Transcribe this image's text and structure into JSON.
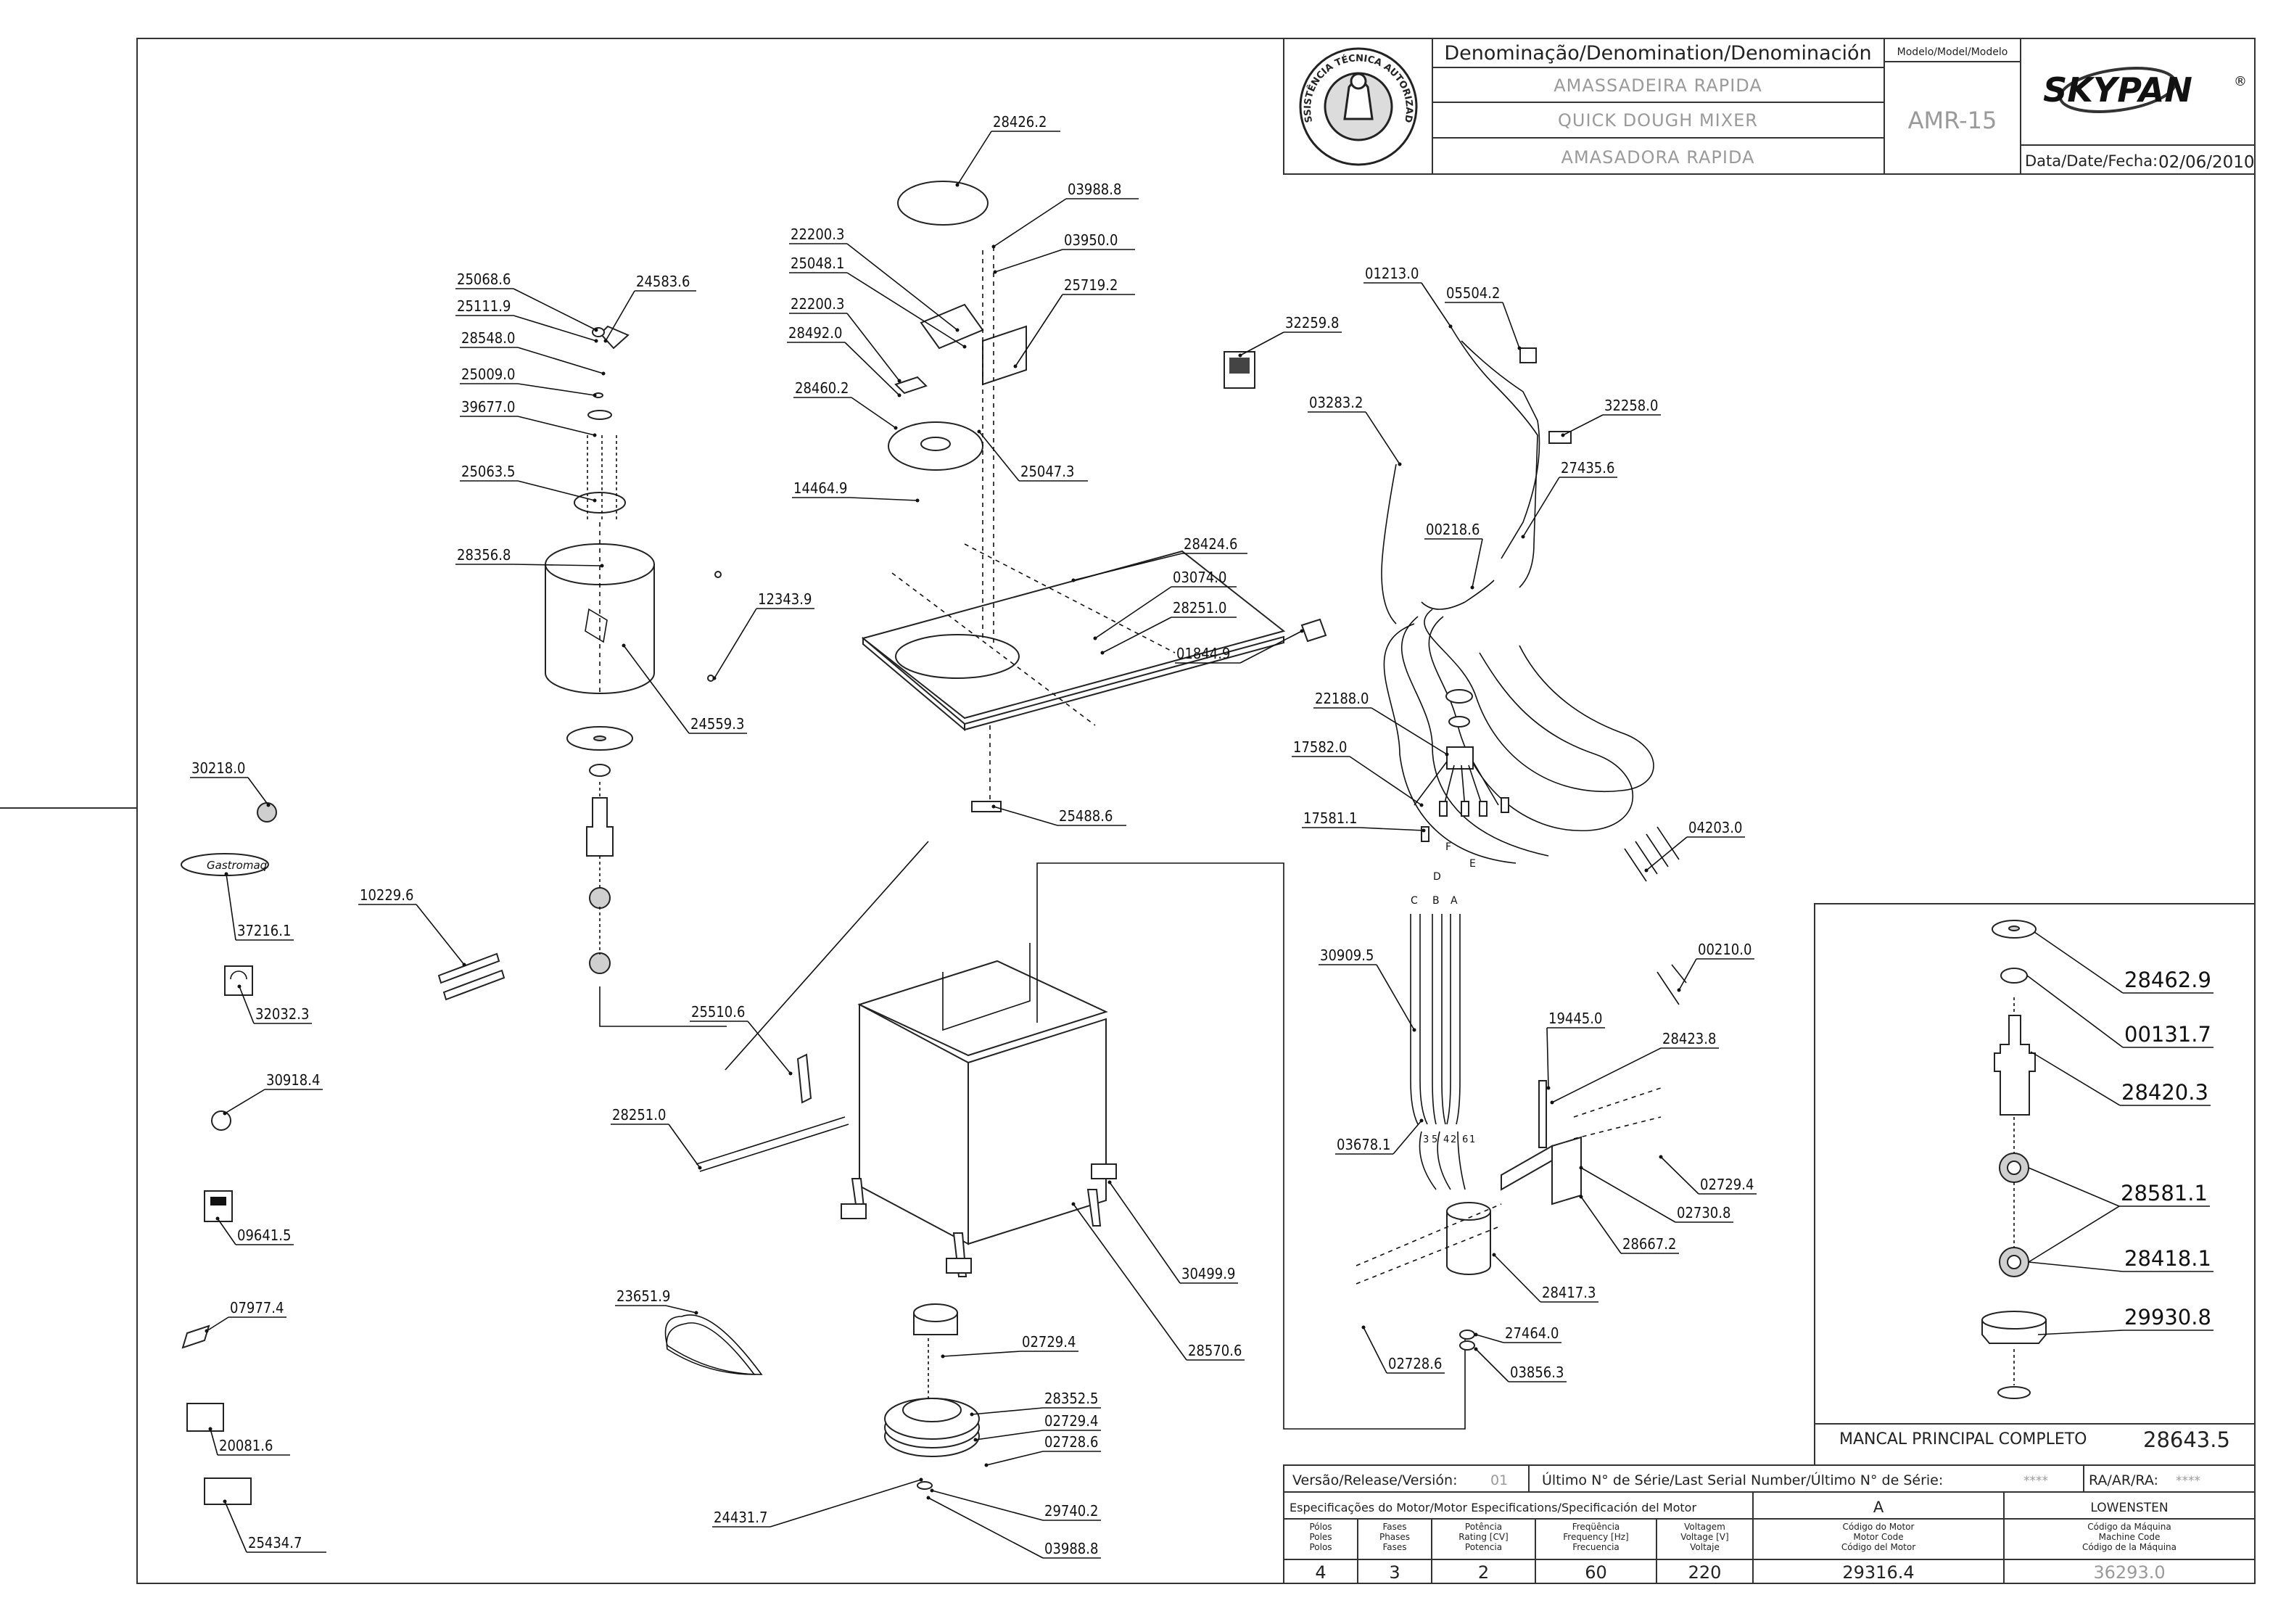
{
  "title_block": {
    "denomination_header": "Denominação/Denomination/Denominación",
    "names": [
      "AMASSADEIRA RAPIDA",
      "QUICK DOUGH MIXER",
      "AMASADORA RAPIDA"
    ],
    "model_header": "Modelo/Model/Modelo",
    "model": "AMR-15",
    "brand": "SKYPAN",
    "brand_mark": "®",
    "date_label": "Data/Date/Fecha:",
    "date": "02/06/2010",
    "seal_text": "ASSISTÊNCIA TÉCNICA AUTORIZADA"
  },
  "parts": [
    {
      "id": "p1",
      "label": "28426.2"
    },
    {
      "id": "p2",
      "label": "03988.8"
    },
    {
      "id": "p3",
      "label": "22200.3"
    },
    {
      "id": "p4",
      "label": "03950.0"
    },
    {
      "id": "p5",
      "label": "25048.1"
    },
    {
      "id": "p6",
      "label": "25719.2"
    },
    {
      "id": "p7",
      "label": "22200.3"
    },
    {
      "id": "p8",
      "label": "28492.0"
    },
    {
      "id": "p9",
      "label": "28460.2"
    },
    {
      "id": "p10",
      "label": "25047.3"
    },
    {
      "id": "p11",
      "label": "14464.9"
    },
    {
      "id": "p12",
      "label": "28424.6"
    },
    {
      "id": "p13",
      "label": "03074.0"
    },
    {
      "id": "p14",
      "label": "28251.0"
    },
    {
      "id": "p15",
      "label": "01844.9"
    },
    {
      "id": "p16",
      "label": "25488.6"
    },
    {
      "id": "p17",
      "label": "25068.6"
    },
    {
      "id": "p18",
      "label": "24583.6"
    },
    {
      "id": "p19",
      "label": "25111.9"
    },
    {
      "id": "p20",
      "label": "28548.0"
    },
    {
      "id": "p21",
      "label": "25009.0"
    },
    {
      "id": "p22",
      "label": "39677.0"
    },
    {
      "id": "p23",
      "label": "25063.5"
    },
    {
      "id": "p24",
      "label": "28356.8"
    },
    {
      "id": "p25",
      "label": "12343.9"
    },
    {
      "id": "p26",
      "label": "24559.3"
    },
    {
      "id": "p27",
      "label": "30218.0"
    },
    {
      "id": "p28",
      "label": "37216.1"
    },
    {
      "id": "p29",
      "label": "32032.3"
    },
    {
      "id": "p30",
      "label": "30918.4"
    },
    {
      "id": "p31",
      "label": "09641.5"
    },
    {
      "id": "p32",
      "label": "07977.4"
    },
    {
      "id": "p33",
      "label": "20081.6"
    },
    {
      "id": "p34",
      "label": "25434.7"
    },
    {
      "id": "p35",
      "label": "10229.6"
    },
    {
      "id": "p36",
      "label": "25510.6"
    },
    {
      "id": "p37",
      "label": "28251.0"
    },
    {
      "id": "p38",
      "label": "23651.9"
    },
    {
      "id": "p39",
      "label": "02729.4"
    },
    {
      "id": "p40",
      "label": "28352.5"
    },
    {
      "id": "p41",
      "label": "02729.4"
    },
    {
      "id": "p42",
      "label": "02728.6"
    },
    {
      "id": "p43",
      "label": "29740.2"
    },
    {
      "id": "p44",
      "label": "24431.7"
    },
    {
      "id": "p45",
      "label": "03988.8"
    },
    {
      "id": "p46",
      "label": "30499.9"
    },
    {
      "id": "p47",
      "label": "28570.6"
    },
    {
      "id": "p48",
      "label": "32259.8"
    },
    {
      "id": "p49",
      "label": "01213.0"
    },
    {
      "id": "p50",
      "label": "05504.2"
    },
    {
      "id": "p51",
      "label": "03283.2"
    },
    {
      "id": "p52",
      "label": "32258.0"
    },
    {
      "id": "p53",
      "label": "27435.6"
    },
    {
      "id": "p54",
      "label": "00218.6"
    },
    {
      "id": "p55",
      "label": "22188.0"
    },
    {
      "id": "p56",
      "label": "17582.0"
    },
    {
      "id": "p57",
      "label": "17581.1"
    },
    {
      "id": "p58",
      "label": "04203.0"
    },
    {
      "id": "p59",
      "label": "30909.5"
    },
    {
      "id": "p60",
      "label": "00210.0"
    },
    {
      "id": "p61",
      "label": "19445.0"
    },
    {
      "id": "p62",
      "label": "28423.8"
    },
    {
      "id": "p63",
      "label": "03678.1"
    },
    {
      "id": "p64",
      "label": "02729.4"
    },
    {
      "id": "p65",
      "label": "02730.8"
    },
    {
      "id": "p66",
      "label": "28667.2"
    },
    {
      "id": "p67",
      "label": "28417.3"
    },
    {
      "id": "p68",
      "label": "27464.0"
    },
    {
      "id": "p69",
      "label": "02728.6"
    },
    {
      "id": "p70",
      "label": "03856.3"
    }
  ],
  "detail": {
    "title": "MANCAL PRINCIPAL COMPLETO",
    "code": "28643.5",
    "parts": [
      {
        "id": "d1",
        "label": "28462.9"
      },
      {
        "id": "d2",
        "label": "00131.7"
      },
      {
        "id": "d3",
        "label": "28420.3"
      },
      {
        "id": "d4",
        "label": "28581.1"
      },
      {
        "id": "d5",
        "label": "28418.1"
      },
      {
        "id": "d6",
        "label": "29930.8"
      }
    ]
  },
  "wire_letters": [
    "C",
    "B",
    "A",
    "D",
    "F",
    "E"
  ],
  "motor_terminal_marks": [
    "3",
    "5",
    "4",
    "2",
    "6",
    "1"
  ],
  "footer": {
    "release_label": "Versão/Release/Versión:",
    "release": "01",
    "serial_label": "Último N° de Série/Last Serial Number/Último N° de Série:",
    "serial": "****",
    "ra_label": "RA/AR/RA:",
    "ra": "****",
    "motor_spec_label": "Especificações do Motor/Motor Especifications/Specificación del Motor",
    "motor_brand_letter": "A",
    "motor_brand": "LOWENSTEN",
    "columns": [
      {
        "header": "Pólos\nPoles\nPolos",
        "value": "4"
      },
      {
        "header": "Fases\nPhases\nFases",
        "value": "3"
      },
      {
        "header": "Potência\nRating [CV]\nPotencia",
        "value": "2"
      },
      {
        "header": "Freqüência\nFrequency [Hz]\nFrecuencia",
        "value": "60"
      },
      {
        "header": "Voltagem\nVoltage [V]\nVoltaje",
        "value": "220"
      },
      {
        "header": "Código do Motor\nMotor Code\nCódigo del Motor",
        "value": "29316.4"
      },
      {
        "header": "Código da Máquina\nMachine Code\nCódigo de la Máquina",
        "value": "36293.0"
      }
    ]
  }
}
